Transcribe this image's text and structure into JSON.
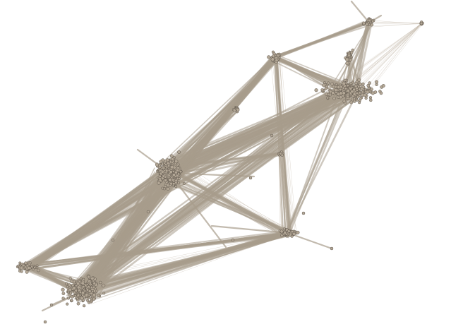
{
  "diagram": {
    "type": "network-graph",
    "colors": {
      "background": "#ffffff",
      "edge": "#a89c8c",
      "edge_light": "#c9c0b3",
      "node_fill": "#b3a796",
      "node_stroke": "#5e564c"
    },
    "clusters": [
      {
        "id": "bottom-left-dense"
      },
      {
        "id": "left-end"
      },
      {
        "id": "center-main"
      },
      {
        "id": "upper-right-dense"
      },
      {
        "id": "top-upper"
      },
      {
        "id": "top-tip"
      },
      {
        "id": "top-right-tip"
      },
      {
        "id": "mid-small"
      },
      {
        "id": "right-middle"
      },
      {
        "id": "small-upper-mid"
      },
      {
        "id": "right-middle-small"
      }
    ]
  }
}
